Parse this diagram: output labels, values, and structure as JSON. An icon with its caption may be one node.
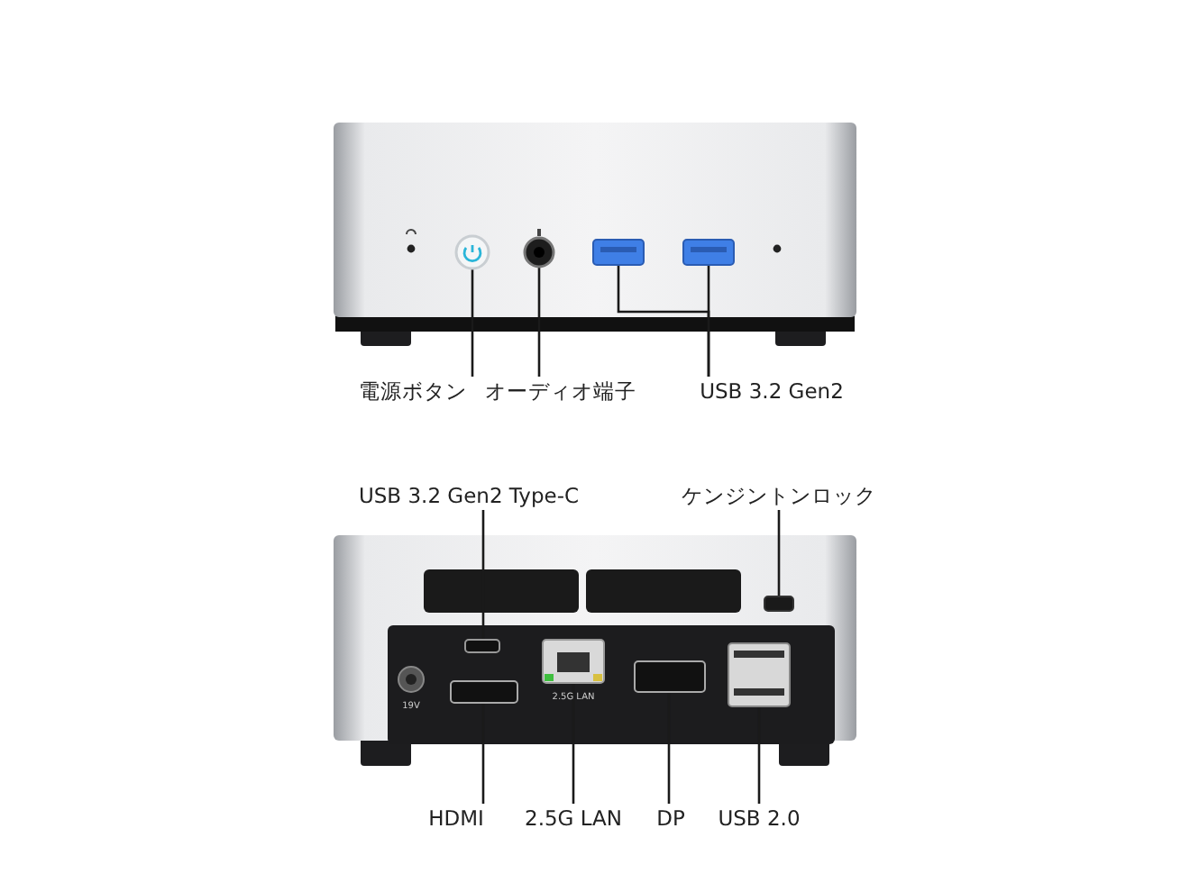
{
  "diagram": {
    "nodes": [
      {
        "text": [
          "電源ボタン"
        ]
      },
      {
        "text": [
          "オーディオ端子"
        ]
      },
      {
        "text": [
          "USB 3.2 Gen2"
        ]
      },
      {
        "text": [
          "USB 3.2 Gen2 Type-C"
        ]
      },
      {
        "text": [
          "ケンジントンロック"
        ]
      },
      {
        "text": [
          "HDMI"
        ]
      },
      {
        "text": [
          "2.5G LAN"
        ]
      },
      {
        "text": [
          "DP"
        ]
      },
      {
        "text": [
          "USB 2.0"
        ]
      },
      {
        "text": [],
        "shape": "circle"
      },
      {
        "text": [],
        "shape": "circle"
      },
      {
        "text": [],
        "shape": "box"
      },
      {
        "text": [],
        "shape": "box"
      },
      {
        "text": [],
        "shape": "box"
      },
      {
        "text": [],
        "shape": "box"
      },
      {
        "text": [],
        "shape": "box"
      },
      {
        "text": [],
        "shape": "box"
      },
      {
        "text": [],
        "shape": "box"
      },
      {
        "text": [],
        "shape": "box"
      }
    ],
    "edges": [
      {
        "from": 0,
        "to": 9,
        "arrow": "none"
      },
      {
        "from": 1,
        "to": 10,
        "arrow": "none"
      },
      {
        "from": 2,
        "to": 11,
        "arrow": "none"
      },
      {
        "from": 2,
        "to": 12,
        "arrow": "none"
      },
      {
        "from": 3,
        "to": 13,
        "arrow": "none"
      },
      {
        "from": 4,
        "to": 14,
        "arrow": "none"
      },
      {
        "from": 5,
        "to": 15,
        "arrow": "none"
      },
      {
        "from": 6,
        "to": 16,
        "arrow": "none"
      },
      {
        "from": 7,
        "to": 17,
        "arrow": "none"
      },
      {
        "from": 8,
        "to": 18,
        "arrow": "none"
      }
    ],
    "labels": [
      "19V",
      "2.5G LAN"
    ]
  }
}
